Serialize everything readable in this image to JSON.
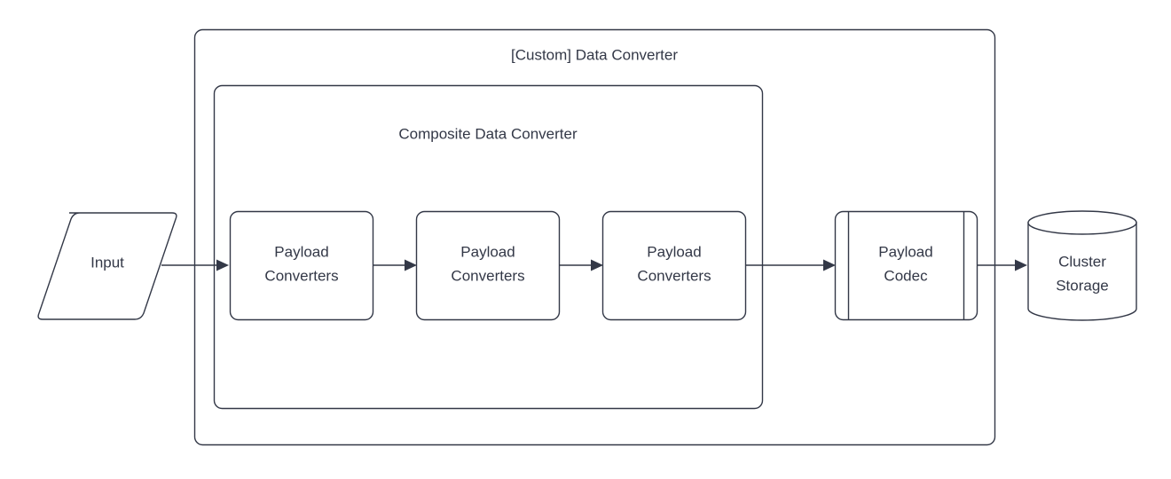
{
  "diagram": {
    "title": "[Custom] Data Converter",
    "background_color": "#ffffff",
    "stroke_color": "#333847",
    "text_color": "#333847",
    "fill_color": "#ffffff",
    "containers": [
      {
        "name": "custom-data-converter",
        "label": "[Custom] Data Converter",
        "shape": "rounded-rectangle"
      },
      {
        "name": "composite-data-converter",
        "label": "Composite Data Converter",
        "shape": "rounded-rectangle"
      }
    ],
    "nodes": [
      {
        "name": "input",
        "label": "Input",
        "shape": "parallelogram"
      },
      {
        "name": "payload-converters-1",
        "label_line1": "Payload",
        "label_line2": "Converters",
        "shape": "rounded-rectangle"
      },
      {
        "name": "payload-converters-2",
        "label_line1": "Payload",
        "label_line2": "Converters",
        "shape": "rounded-rectangle"
      },
      {
        "name": "payload-converters-3",
        "label_line1": "Payload",
        "label_line2": "Converters",
        "shape": "rounded-rectangle"
      },
      {
        "name": "payload-codec",
        "label_line1": "Payload",
        "label_line2": "Codec",
        "shape": "process"
      },
      {
        "name": "cluster-storage",
        "label_line1": "Cluster",
        "label_line2": "Storage",
        "shape": "cylinder"
      }
    ],
    "edges": [
      {
        "name": "input-to-converter-1",
        "from": "input",
        "to": "payload-converters-1"
      },
      {
        "name": "converter-1-to-converter-2",
        "from": "payload-converters-1",
        "to": "payload-converters-2"
      },
      {
        "name": "converter-2-to-converter-3",
        "from": "payload-converters-2",
        "to": "payload-converters-3"
      },
      {
        "name": "converter-3-to-codec",
        "from": "payload-converters-3",
        "to": "payload-codec"
      },
      {
        "name": "codec-to-storage",
        "from": "payload-codec",
        "to": "cluster-storage"
      }
    ]
  }
}
